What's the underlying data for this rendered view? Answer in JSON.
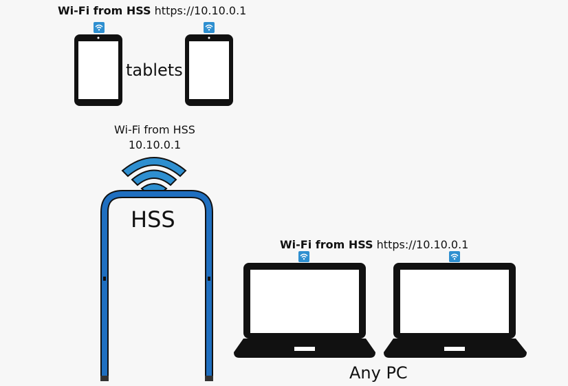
{
  "tablets_group": {
    "caption_bold": "Wi-Fi from HSS",
    "caption_url": "https://10.10.0.1",
    "label": "tablets"
  },
  "hss": {
    "wifi_caption_line1": "Wi-Fi from HSS",
    "wifi_caption_line2": "10.10.0.1",
    "label": "HSS"
  },
  "pc_group": {
    "caption_bold": "Wi-Fi from HSS",
    "caption_url": "https://10.10.0.1",
    "label": "Any PC"
  },
  "colors": {
    "accent_blue": "#2e8fd0",
    "frame_blue": "#1f6fc0",
    "device_black": "#111111",
    "background": "#f7f7f7"
  },
  "icons": {
    "wifi_badge": "wifi-icon",
    "tablet": "tablet-icon",
    "laptop": "laptop-icon",
    "hss_wifi": "wifi-signal-icon",
    "hss_gate": "security-gate-icon"
  }
}
